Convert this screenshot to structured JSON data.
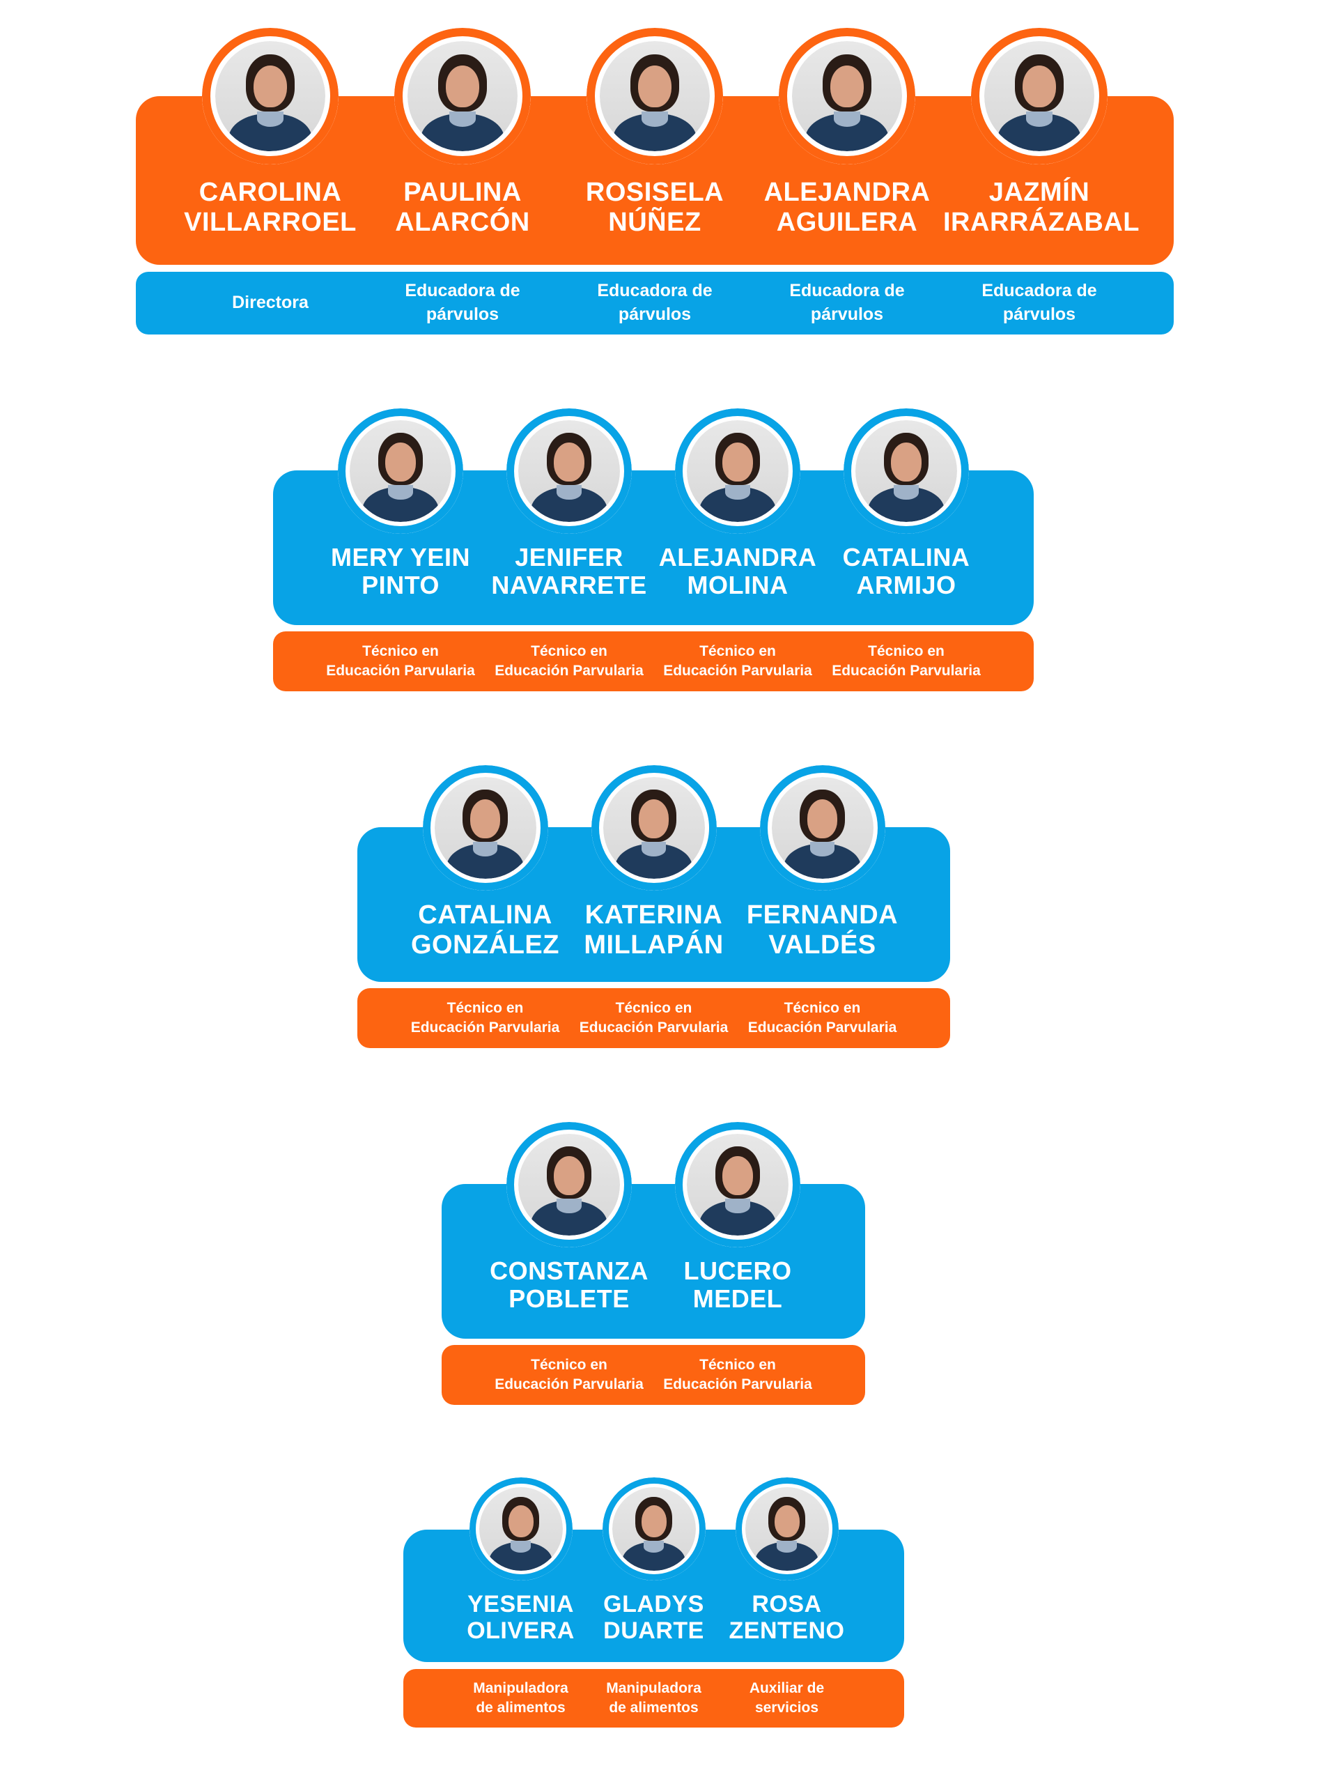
{
  "colors": {
    "orange": "#fd6411",
    "blue": "#08a3e6",
    "white": "#ffffff"
  },
  "groups": [
    {
      "members": [
        {
          "name_line1": "CAROLINA",
          "name_line2": "VILLARROEL",
          "role_line1": "Directora",
          "role_line2": ""
        },
        {
          "name_line1": "PAULINA",
          "name_line2": "ALARCÓN",
          "role_line1": "Educadora de",
          "role_line2": "párvulos"
        },
        {
          "name_line1": "ROSISELA",
          "name_line2": "NÚÑEZ",
          "role_line1": "Educadora de",
          "role_line2": "párvulos"
        },
        {
          "name_line1": "ALEJANDRA",
          "name_line2": "AGUILERA",
          "role_line1": "Educadora de",
          "role_line2": "párvulos"
        },
        {
          "name_line1": "JAZMÍN",
          "name_line2": "IRARRÁZABAL",
          "role_line1": "Educadora de",
          "role_line2": "párvulos"
        }
      ]
    },
    {
      "members": [
        {
          "name_line1": "MERY YEIN",
          "name_line2": "PINTO",
          "role_line1": "Técnico en",
          "role_line2": "Educación Parvularia"
        },
        {
          "name_line1": "JENIFER",
          "name_line2": "NAVARRETE",
          "role_line1": "Técnico en",
          "role_line2": "Educación Parvularia"
        },
        {
          "name_line1": "ALEJANDRA",
          "name_line2": "MOLINA",
          "role_line1": "Técnico en",
          "role_line2": "Educación Parvularia"
        },
        {
          "name_line1": "CATALINA",
          "name_line2": "ARMIJO",
          "role_line1": "Técnico en",
          "role_line2": "Educación Parvularia"
        }
      ]
    },
    {
      "members": [
        {
          "name_line1": "CATALINA",
          "name_line2": "GONZÁLEZ",
          "role_line1": "Técnico en",
          "role_line2": "Educación Parvularia"
        },
        {
          "name_line1": "KATERINA",
          "name_line2": "MILLAPÁN",
          "role_line1": "Técnico en",
          "role_line2": "Educación Parvularia"
        },
        {
          "name_line1": "FERNANDA",
          "name_line2": "VALDÉS",
          "role_line1": "Técnico en",
          "role_line2": "Educación Parvularia"
        }
      ]
    },
    {
      "members": [
        {
          "name_line1": "CONSTANZA",
          "name_line2": "POBLETE",
          "role_line1": "Técnico en",
          "role_line2": "Educación Parvularia"
        },
        {
          "name_line1": "LUCERO",
          "name_line2": "MEDEL",
          "role_line1": "Técnico en",
          "role_line2": "Educación Parvularia"
        }
      ]
    },
    {
      "members": [
        {
          "name_line1": "YESENIA",
          "name_line2": "OLIVERA",
          "role_line1": "Manipuladora",
          "role_line2": "de alimentos"
        },
        {
          "name_line1": "GLADYS",
          "name_line2": "DUARTE",
          "role_line1": "Manipuladora",
          "role_line2": "de alimentos"
        },
        {
          "name_line1": "ROSA",
          "name_line2": "ZENTENO",
          "role_line1": "Auxiliar de",
          "role_line2": "servicios"
        }
      ]
    }
  ]
}
